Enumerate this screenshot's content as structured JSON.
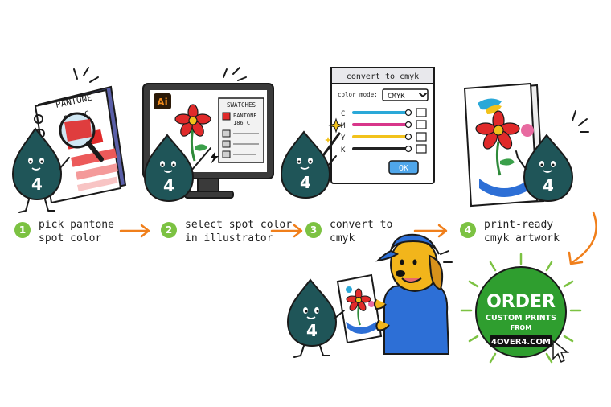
{
  "colors": {
    "drop": "#1f5558",
    "green": "#7cc242",
    "orange": "#f07f1b",
    "red": "#e02a2a",
    "blue": "#2d6fd6",
    "cta_green": "#2f9e2f"
  },
  "steps": [
    {
      "num": "1",
      "line1": "pick pantone",
      "line2": "spot color"
    },
    {
      "num": "2",
      "line1": "select spot color",
      "line2": "in illustrator"
    },
    {
      "num": "3",
      "line1": "convert to",
      "line2": "cmyk"
    },
    {
      "num": "4",
      "line1": "print-ready",
      "line2": "cmyk artwork"
    }
  ],
  "mascot_number": "4",
  "swatch_book": {
    "line1": "PANTONE",
    "line2": "186 C"
  },
  "monitor": {
    "app_badge": "Ai",
    "panel_title": "SWATCHES",
    "swatch_line1": "PANTONE",
    "swatch_line2": "186 C"
  },
  "dialog": {
    "title": "convert to cmyk",
    "mode_label": "color mode:",
    "mode_value": "CMYK",
    "channels": [
      {
        "letter": "C",
        "color": "#2aa8d8"
      },
      {
        "letter": "M",
        "color": "#d8368a"
      },
      {
        "letter": "Y",
        "color": "#f2c21b"
      },
      {
        "letter": "K",
        "color": "#222222"
      }
    ],
    "ok_label": "OK"
  },
  "cta": {
    "line1": "ORDER",
    "line2": "CUSTOM PRINTS",
    "line3": "FROM",
    "line4": "4OVER4.COM"
  }
}
